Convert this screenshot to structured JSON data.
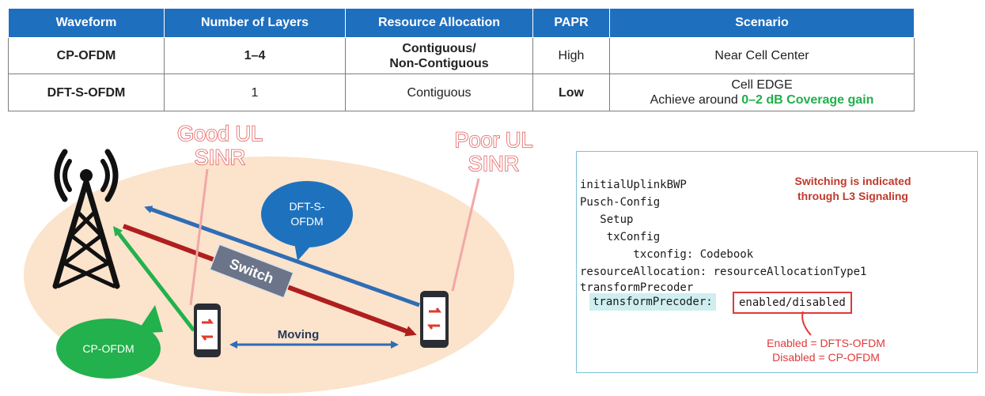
{
  "table": {
    "headers": [
      "Waveform",
      "Number of Layers",
      "Resource Allocation",
      "PAPR",
      "Scenario"
    ],
    "rows": [
      {
        "waveform": "CP-OFDM",
        "layers": "1–4",
        "allocation_line1": "Contiguous/",
        "allocation_line2": "Non-Contiguous",
        "papr": "High",
        "scenario": "Near Cell Center"
      },
      {
        "waveform": "DFT-S-OFDM",
        "layers": "1",
        "allocation": "Contiguous",
        "papr": "Low",
        "scenario_line1": "Cell EDGE",
        "scenario_line2_prefix": "Achieve around ",
        "scenario_line2_highlight": "0–2 dB Coverage gain"
      }
    ]
  },
  "diagram": {
    "good_ul_line1": "Good UL",
    "good_ul_line2": "SINR",
    "poor_ul_line1": "Poor UL",
    "poor_ul_line2": "SINR",
    "dfts_bubble_line1": "DFT-S-",
    "dfts_bubble_line2": "OFDM",
    "cp_bubble": "CP-OFDM",
    "switch_label": "Switch",
    "moving_label": "Moving"
  },
  "config": {
    "lines": [
      "initialUplinkBWP",
      "Pusch-Config",
      "   Setup",
      "    txConfig",
      "        txconfig: Codebook",
      "resourceAllocation: resourceAllocationType1",
      "transformPrecoder"
    ],
    "tp_key": "transformPrecoder:",
    "tp_value": "enabled/disabled",
    "note_line1": "Switching is indicated",
    "note_line2": "through L3 Signaling",
    "legend_line1": "Enabled = DFTS-OFDM",
    "legend_line2": "Disabled = CP-OFDM"
  },
  "colors": {
    "header_blue": "#1f6fbf",
    "highlight_green": "#1fb04a",
    "arrow_blue": "#2f6db5",
    "arrow_red": "#b01e1e",
    "ellipse_fill": "#fbe3cc",
    "bubble_blue": "#1e72bd",
    "bubble_green": "#22b14c",
    "note_red": "#c0392b"
  }
}
